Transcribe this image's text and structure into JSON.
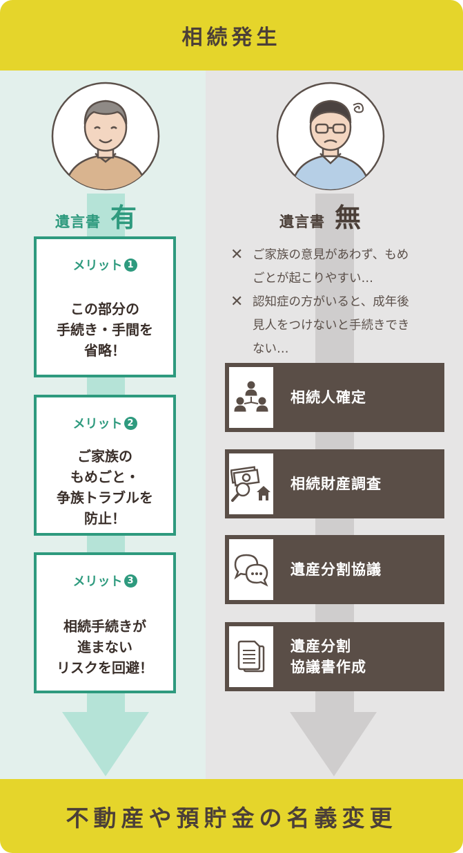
{
  "header": {
    "title": "相続発生"
  },
  "footer": {
    "title": "不動産や預貯金の名義変更"
  },
  "left": {
    "heading_small": "遺言書",
    "heading_big": "有",
    "merits": [
      {
        "title": "メリット",
        "num": "1",
        "body": "この部分の\n手続き・手間を\n省略！"
      },
      {
        "title": "メリット",
        "num": "2",
        "body": "ご家族の\nもめごと・\n争族トラブルを\n防止！"
      },
      {
        "title": "メリット",
        "num": "3",
        "body": "相続手続きが\n進まない\nリスクを回避！"
      }
    ]
  },
  "right": {
    "heading_small": "遺言書",
    "heading_big": "無",
    "cons": [
      {
        "mark": "✕",
        "text": "ご家族の意見があわず、もめ\nごとが起こりやすい…"
      },
      {
        "mark": "✕",
        "text": "認知症の方がいると、成年後\n見人をつけないと手続きでき\nない…"
      }
    ],
    "steps": [
      {
        "label": "相続人確定",
        "icon": "people-network-icon"
      },
      {
        "label": "相続財産調査",
        "icon": "money-search-house-icon"
      },
      {
        "label": "遺産分割協議",
        "icon": "speech-bubbles-icon"
      },
      {
        "label": "遺産分割\n協議書作成",
        "icon": "documents-icon"
      }
    ]
  },
  "colors": {
    "yellow": "#e5d52b",
    "green": "#2e9a7e",
    "mint_bg": "#e3f0ec",
    "gray_bg": "#e6e5e5",
    "brown": "#5a4e47",
    "left_arrow": "#b5e3d7",
    "right_arrow": "#cfcdcd"
  }
}
